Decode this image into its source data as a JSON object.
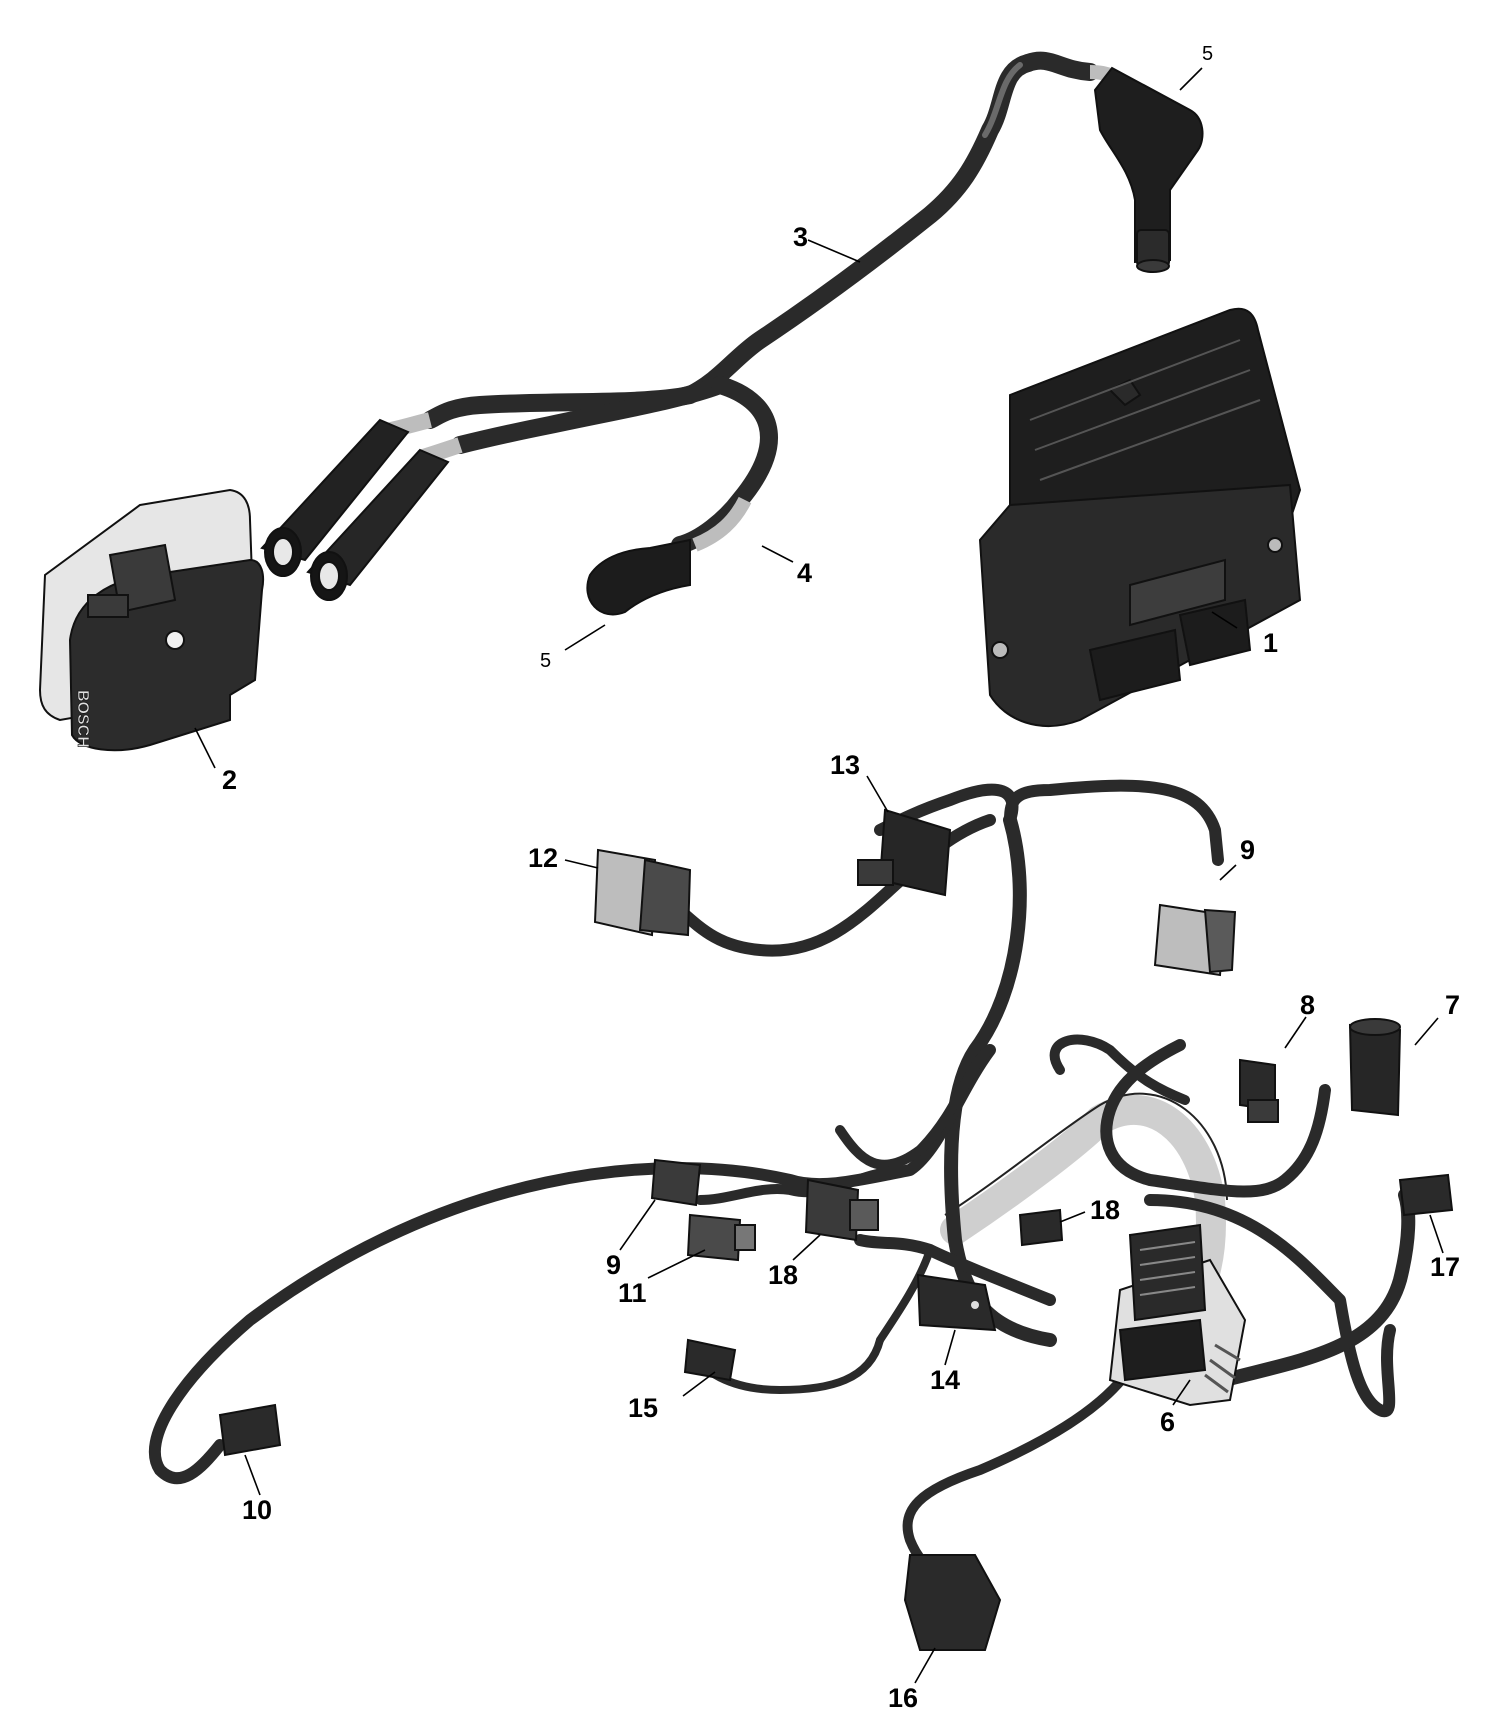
{
  "diagram": {
    "callouts": [
      {
        "id": "1",
        "text": "1"
      },
      {
        "id": "2",
        "text": "2"
      },
      {
        "id": "3",
        "text": "3"
      },
      {
        "id": "4",
        "text": "4"
      },
      {
        "id": "5a",
        "text": "5"
      },
      {
        "id": "5b",
        "text": "5"
      },
      {
        "id": "6",
        "text": "6"
      },
      {
        "id": "7",
        "text": "7"
      },
      {
        "id": "8",
        "text": "8"
      },
      {
        "id": "9a",
        "text": "9"
      },
      {
        "id": "9b",
        "text": "9"
      },
      {
        "id": "10",
        "text": "10"
      },
      {
        "id": "11",
        "text": "11"
      },
      {
        "id": "12",
        "text": "12"
      },
      {
        "id": "13",
        "text": "13"
      },
      {
        "id": "14",
        "text": "14"
      },
      {
        "id": "15",
        "text": "15"
      },
      {
        "id": "16",
        "text": "16"
      },
      {
        "id": "17",
        "text": "17"
      },
      {
        "id": "18a",
        "text": "18"
      },
      {
        "id": "18b",
        "text": "18"
      }
    ],
    "coil_brand_text": "BOSCH"
  }
}
